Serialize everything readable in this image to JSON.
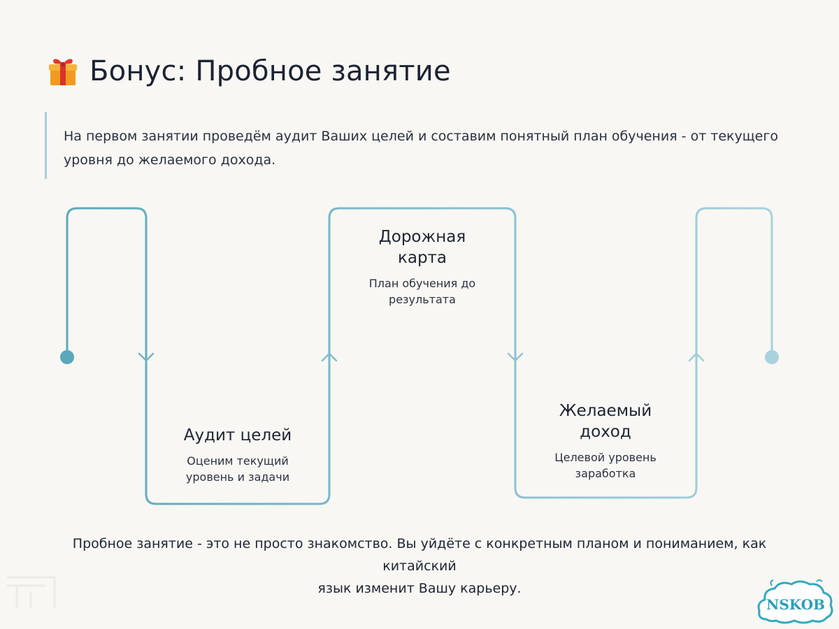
{
  "title": {
    "icon": "gift-icon",
    "text": "Бонус: Пробное занятие"
  },
  "intro": {
    "text": "На первом занятии проведём аудит Ваших целей и составим понятный план обучения - от текущего уровня до желаемого дохода."
  },
  "steps": [
    {
      "title": "Аудит целей",
      "desc_line1": "Оценим текущий",
      "desc_line2": "уровень и задачи"
    },
    {
      "title_line1": "Дорожная",
      "title_line2": "карта",
      "desc_line1": "План обучения до",
      "desc_line2": "результата"
    },
    {
      "title_line1": "Желаемый",
      "title_line2": "доход",
      "desc_line1": "Целевой уровень",
      "desc_line2": "заработка"
    }
  ],
  "footer": {
    "line1": "Пробное занятие - это не просто знакомство. Вы уйдёте с конкретным планом и пониманием, как китайский",
    "line2": "язык изменит Вашу карьеру."
  },
  "logo": {
    "text": "NSKOB"
  },
  "colors": {
    "accent_dark": "#5aa8bc",
    "accent_light": "#a9d2de",
    "background": "#f8f7f3"
  }
}
